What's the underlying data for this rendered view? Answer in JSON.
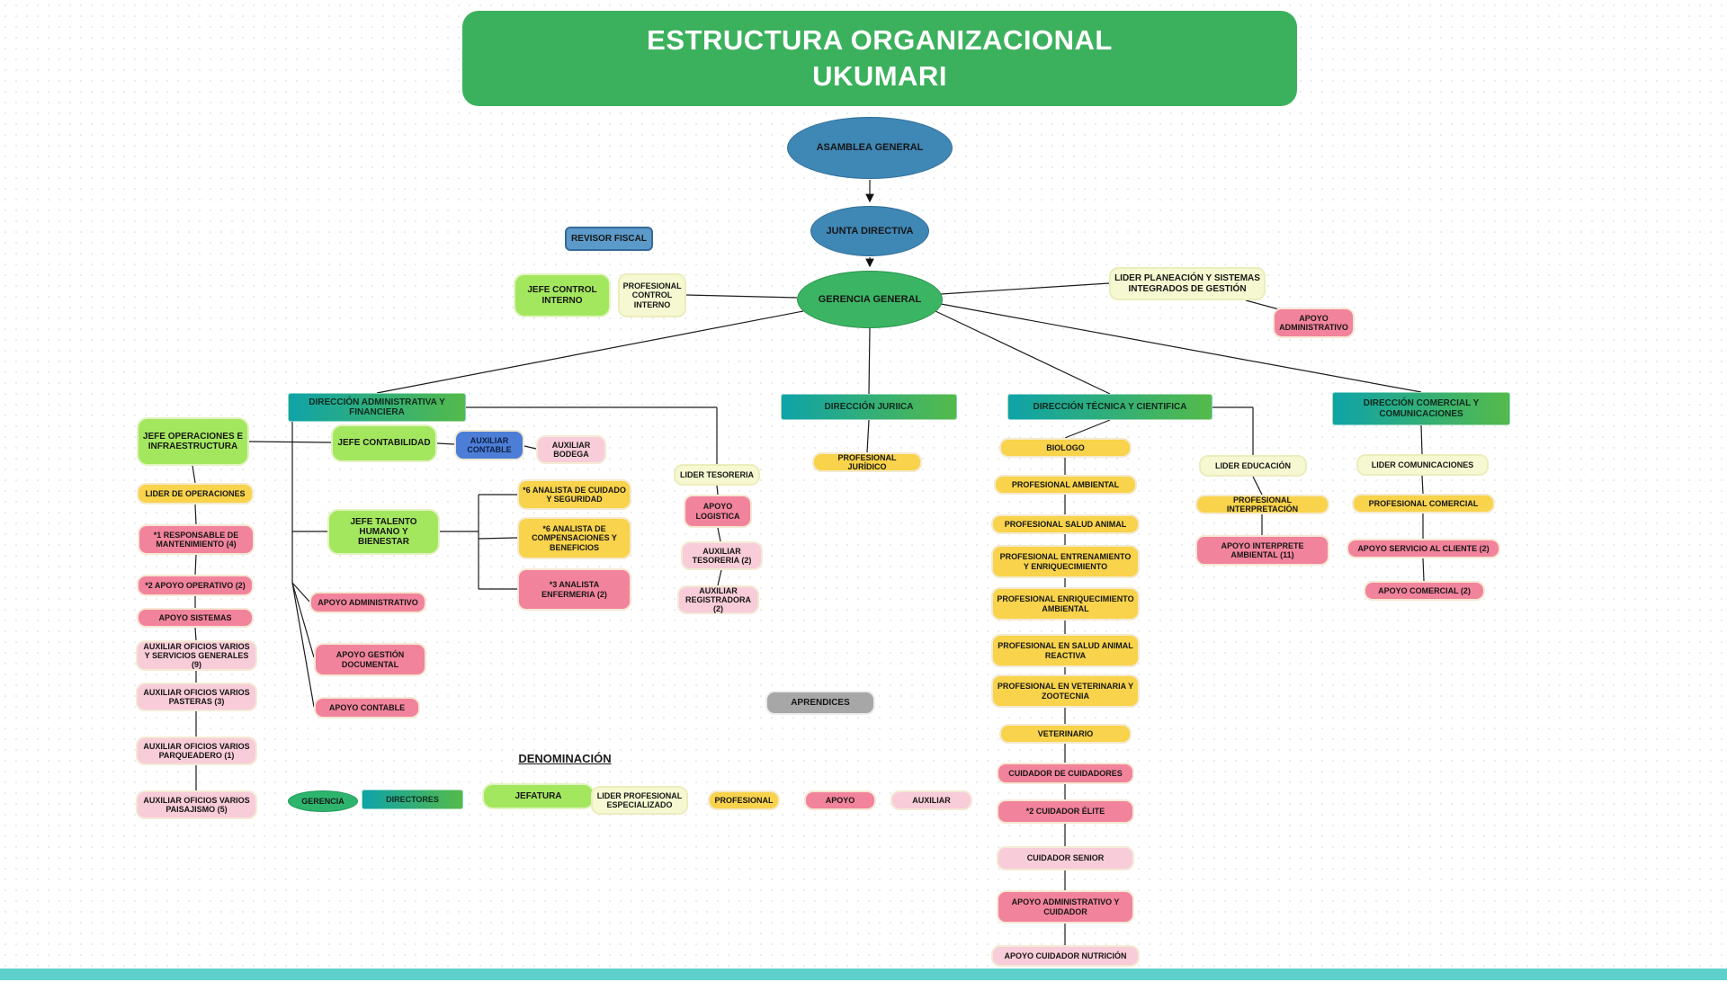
{
  "title": {
    "line1": "ESTRUCTURA ORGANIZACIONAL",
    "line2": "UKUMARI"
  },
  "nodes": {
    "asamblea": "ASAMBLEA GENERAL",
    "junta": "JUNTA DIRECTIVA",
    "gerencia": "GERENCIA GENERAL",
    "revisor_fiscal": "REVISOR FISCAL",
    "jefe_control_interno": "JEFE CONTROL INTERNO",
    "profesional_control_interno": "PROFESIONAL CONTROL INTERNO",
    "lider_planeacion": "LIDER PLANEACIÓN Y SISTEMAS INTEGRADOS DE GESTIÓN",
    "apoyo_administrativo_gerencia": "APOYO ADMINISTRATIVO",
    "dir_admin": "DIRECCIÓN ADMINISTRATIVA Y FINANCIERA",
    "dir_juridica": "DIRECCIÓN JURIICA",
    "dir_tecnica": "DIRECCIÓN TÉCNICA Y CIENTIFICA",
    "dir_comercial": "DIRECCIÓN COMERCIAL Y COMUNICACIONES",
    "jefe_operaciones": "JEFE OPERACIONES E INFRAESTRUCTURA",
    "lider_operaciones": "LIDER DE OPERACIONES",
    "responsable_mantenimiento": "*1 RESPONSABLE DE MANTENIMIENTO (4)",
    "apoyo_operativo": "*2 APOYO OPERATIVO (2)",
    "apoyo_sistemas": "APOYO SISTEMAS",
    "auxiliar_servicios_generales": "AUXILIAR OFICIOS VARIOS Y SERVICIOS GENERALES (9)",
    "auxiliar_pasteras": "AUXILIAR OFICIOS VARIOS PASTERAS (3)",
    "auxiliar_parqueadero": "AUXILIAR OFICIOS VARIOS PARQUEADERO (1)",
    "auxiliar_paisajismo": "AUXILIAR OFICIOS VARIOS PAISAJISMO (5)",
    "jefe_contabilidad": "JEFE CONTABILIDAD",
    "auxiliar_contable": "AUXILIAR CONTABLE",
    "auxiliar_bodega": "AUXILIAR BODEGA",
    "jefe_talento_humano": "JEFE TALENTO HUMANO Y BIENESTAR",
    "analista_cuidado_seguridad": "*6 ANALISTA DE CUIDADO Y SEGURIDAD",
    "analista_compensaciones": "*6 ANALISTA DE COMPENSACIONES Y BENEFICIOS",
    "analista_enfermeria": "*3 ANALISTA ENFERMERIA (2)",
    "apoyo_administrativo_admin": "APOYO ADMINISTRATIVO",
    "apoyo_gestion_documental": "APOYO GESTIÓN DOCUMENTAL",
    "apoyo_contable": "APOYO CONTABLE",
    "lider_tesoreria": "LIDER TESORERIA",
    "apoyo_logistica": "APOYO LOGISTICA",
    "auxiliar_tesoreria": "AUXILIAR TESORERIA (2)",
    "auxiliar_registradora": "AUXILIAR REGISTRADORA (2)",
    "profesional_juridico": "PROFESIONAL JURÍDICO",
    "aprendices": "APRENDICES",
    "biologo": "BIOLOGO",
    "profesional_ambiental": "PROFESIONAL AMBIENTAL",
    "profesional_salud_animal": "PROFESIONAL SALUD ANIMAL",
    "profesional_entrenamiento": "PROFESIONAL ENTRENAMIENTO Y ENRIQUECIMIENTO",
    "profesional_enriquecimiento_ambiental": "PROFESIONAL ENRIQUECIMIENTO AMBIENTAL",
    "profesional_salud_reactiva": "PROFESIONAL EN SALUD ANIMAL REACTIVA",
    "profesional_veterinaria_zootecnia": "PROFESIONAL EN VETERINARIA Y ZOOTECNIA",
    "veterinario": "VETERINARIO",
    "cuidador_de_cuidadores": "CUIDADOR DE CUIDADORES",
    "cuidador_elite": "*2 CUIDADOR ÉLITE",
    "cuidador_senior": "CUIDADOR SENIOR",
    "apoyo_administrativo_cuidador": "APOYO  ADMINISTRATIVO Y CUIDADOR",
    "apoyo_cuidador_nutricion": "APOYO CUIDADOR NUTRICIÓN",
    "lider_educacion": "LIDER EDUCACIÓN",
    "profesional_interpretacion": "PROFESIONAL INTERPRETACIÓN",
    "apoyo_interprete_ambiental": "APOYO  INTERPRETE AMBIENTAL (11)",
    "lider_comunicaciones": "LIDER COMUNICACIONES",
    "profesional_comercial": "PROFESIONAL COMERCIAL",
    "apoyo_servicio_cliente": "APOYO SERVICIO AL CLIENTE (2)",
    "apoyo_comercial": "APOYO COMERCIAL (2)"
  },
  "legend": {
    "heading": "DENOMINACIÓN",
    "items": {
      "gerencia": "GERENCIA",
      "directores": "DIRECTORES",
      "jefatura": "JEFATURA",
      "lider": "LIDER PROFESIONAL ESPECIALIZADO",
      "profesional": "PROFESIONAL",
      "apoyo": "APOYO",
      "auxiliar": "AUXILIAR"
    }
  },
  "colors": {
    "title_green": "#3cb15d",
    "ellipse_blue": "#3f87b5",
    "gerencia_green": "#3bb463",
    "direction_gradient_start": "#0fa3a8",
    "direction_gradient_end": "#54ba4a",
    "jefatura_green": "#a3e75f",
    "lider_pale_yellow": "#f5f8d0",
    "profesional_gold": "#f8d34b",
    "apoyo_pink": "#f2839c",
    "auxiliar_light_pink": "#f8ccd8",
    "auxiliar_contable_blue": "#4d7ed7",
    "revisor_blue": "#5b9ac9",
    "aprendices_gray": "#a7a7a7",
    "bottom_bar_teal": "#5ecfca"
  }
}
